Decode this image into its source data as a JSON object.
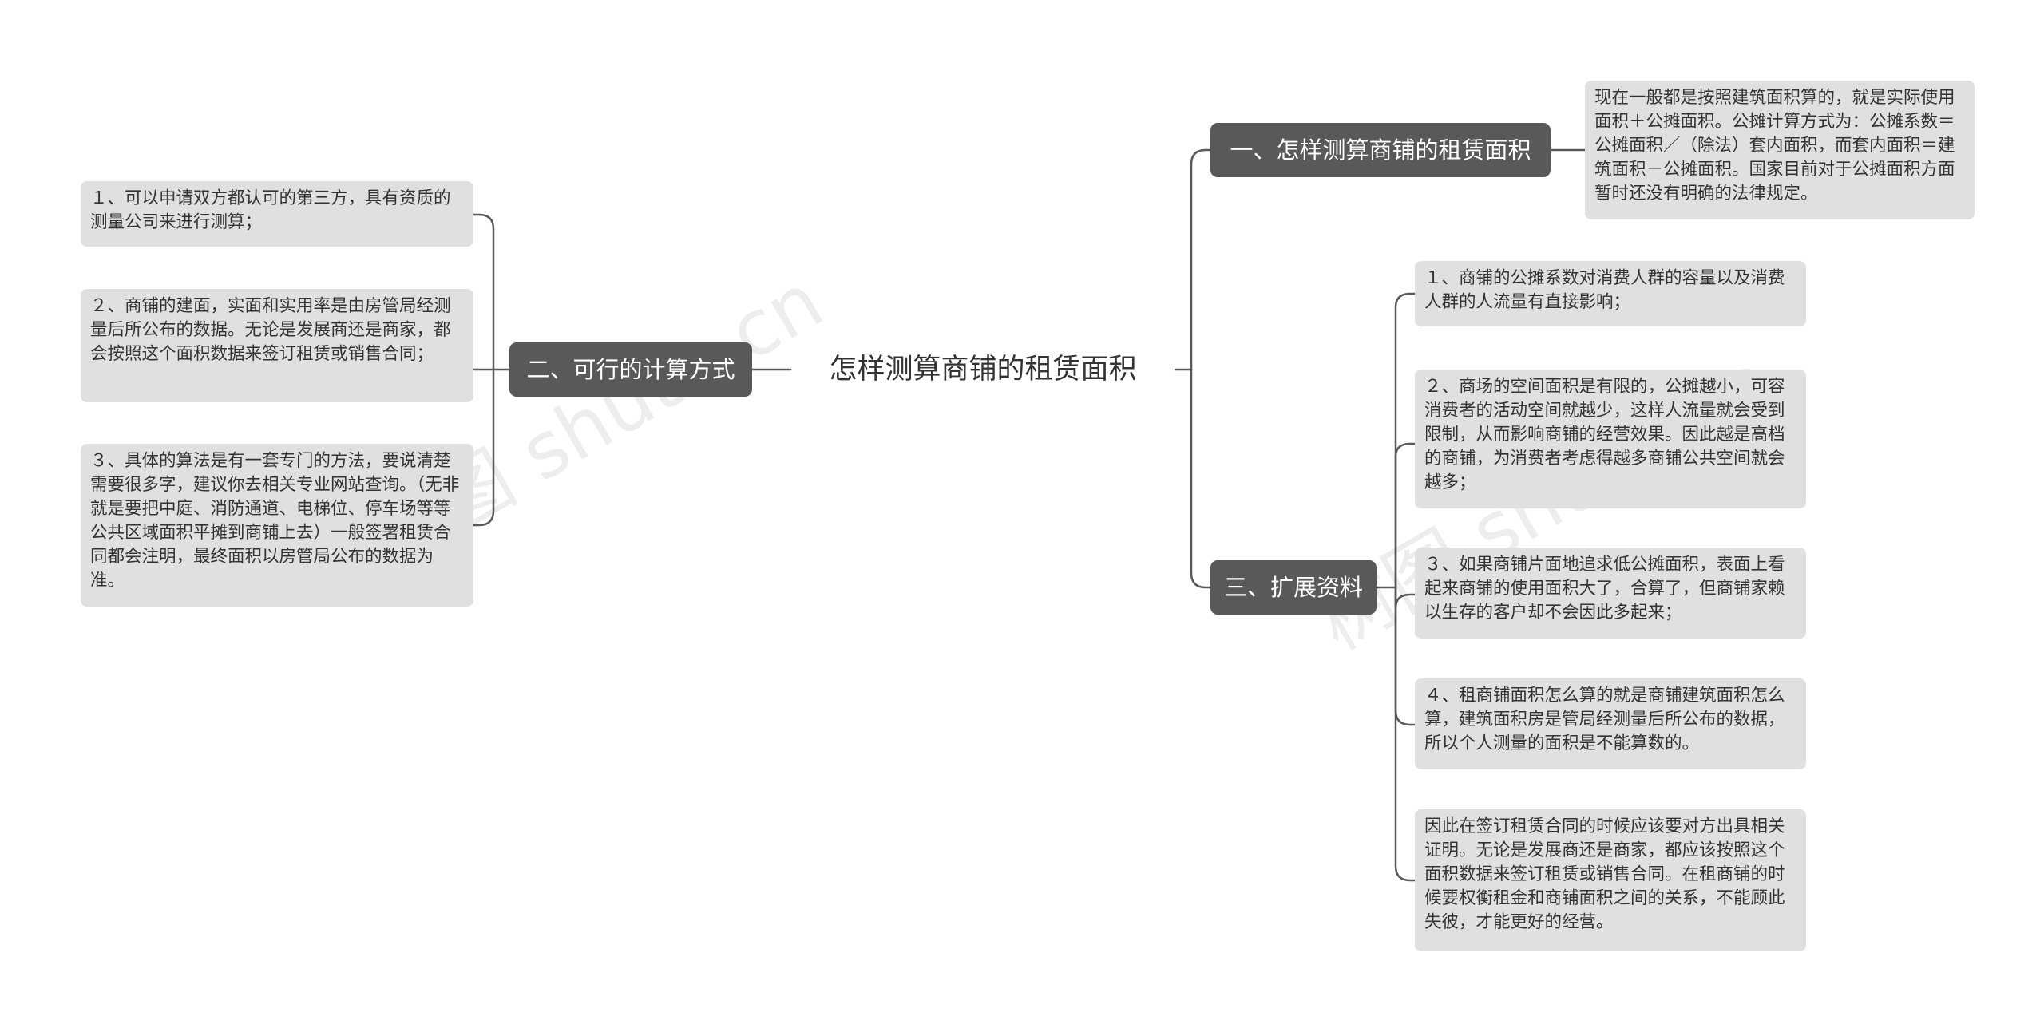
{
  "center": {
    "title": "怎样测算商铺的租赁面积"
  },
  "branches": {
    "b1": {
      "label": "一、怎样测算商铺的租赁面积",
      "leaves": [
        "现在一般都是按照建筑面积算的，就是实际使用面积＋公摊面积。公摊计算方式为：公摊系数＝公摊面积／（除法）套内面积，而套内面积＝建筑面积－公摊面积。国家目前对于公摊面积方面暂时还没有明确的法律规定。"
      ]
    },
    "b2": {
      "label": "二、可行的计算方式",
      "leaves": [
        "１、可以申请双方都认可的第三方，具有资质的测量公司来进行测算；",
        "２、商铺的建面，实面和实用率是由房管局经测量后所公布的数据。无论是发展商还是商家，都会按照这个面积数据来签订租赁或销售合同；",
        "３、具体的算法是有一套专门的方法，要说清楚需要很多字，建议你去相关专业网站查询。（无非就是要把中庭、消防通道、电梯位、停车场等等公共区域面积平摊到商铺上去）一般签署租赁合同都会注明，最终面积以房管局公布的数据为准。"
      ]
    },
    "b3": {
      "label": "三、扩展资料",
      "leaves": [
        "１、商铺的公摊系数对消费人群的容量以及消费人群的人流量有直接影响；",
        "２、商场的空间面积是有限的，公摊越小，可容消费者的活动空间就越少，这样人流量就会受到限制，从而影响商铺的经营效果。因此越是高档的商铺，为消费者考虑得越多商铺公共空间就会越多；",
        "３、如果商铺片面地追求低公摊面积，表面上看起来商铺的使用面积大了，合算了，但商铺家赖以生存的客户却不会因此多起来；",
        "４、租商铺面积怎么算的就是商铺建筑面积怎么算，建筑面积房是管局经测量后所公布的数据，所以个人测量的面积是不能算数的。",
        "因此在签订租赁合同的时候应该要对方出具相关证明。无论是发展商还是商家，都应该按照这个面积数据来签订租赁或销售合同。在租商铺的时候要权衡租金和商铺面积之间的关系，不能顾此失彼，才能更好的经营。"
      ]
    }
  },
  "watermarks": [
    "树图 shutu.cn",
    "树图 shutu.cn"
  ],
  "colors": {
    "branch_bg": "#595959",
    "leaf_bg": "#e0e0e0",
    "line": "#5a5a5a",
    "text": "#333333"
  }
}
